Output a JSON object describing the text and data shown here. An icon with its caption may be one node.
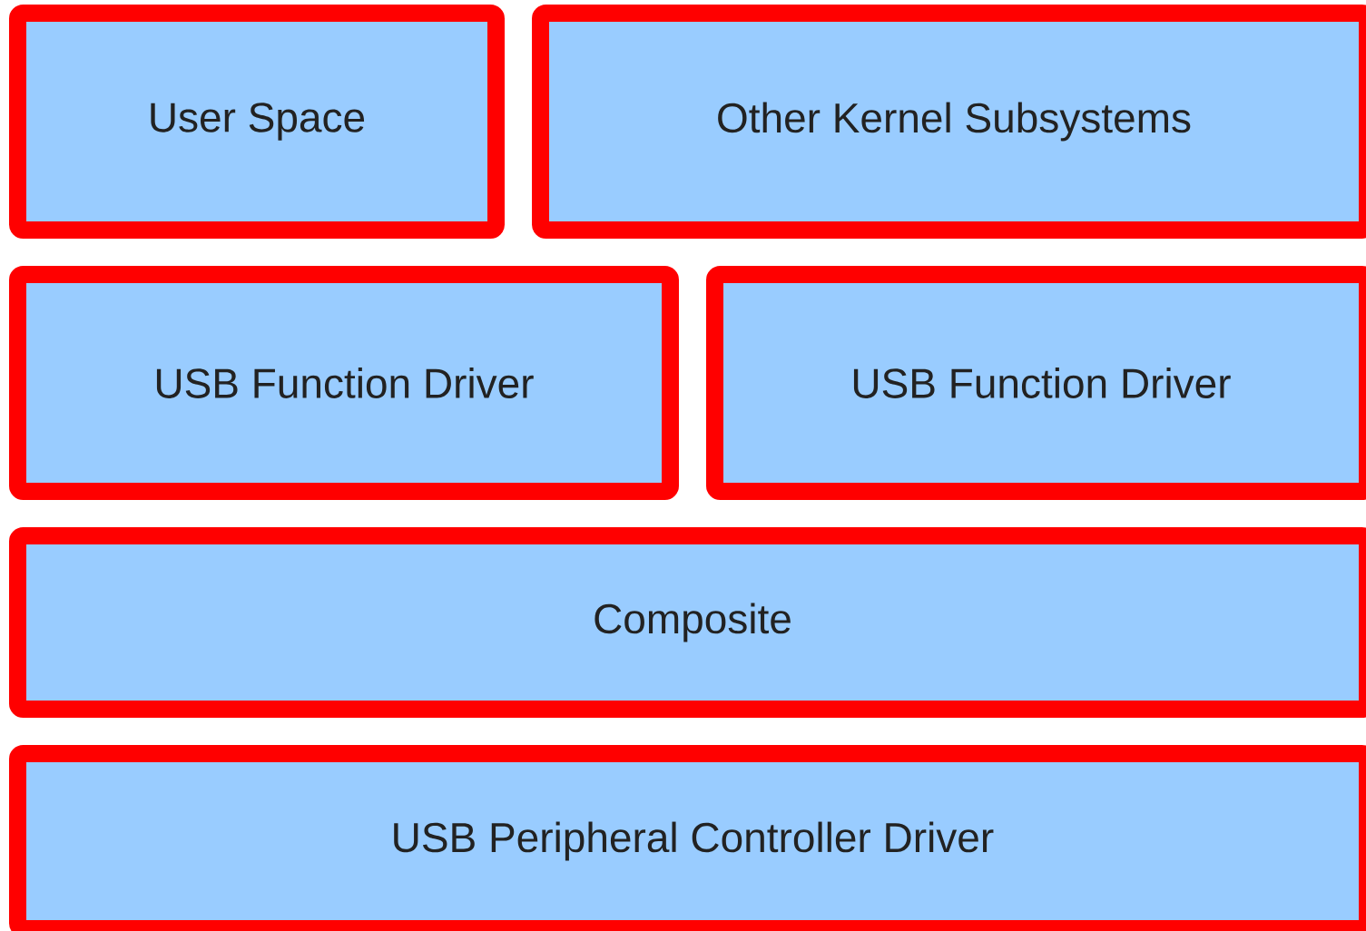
{
  "diagram": {
    "nodes": [
      {
        "text": [
          "User Space"
        ]
      },
      {
        "text": [
          "Other Kernel Subsystems"
        ]
      },
      {
        "text": [
          "USB Function Driver"
        ]
      },
      {
        "text": [
          "USB Function Driver"
        ]
      },
      {
        "text": [
          "Composite"
        ]
      },
      {
        "text": [
          "USB Peripheral Controller Driver"
        ]
      }
    ]
  }
}
